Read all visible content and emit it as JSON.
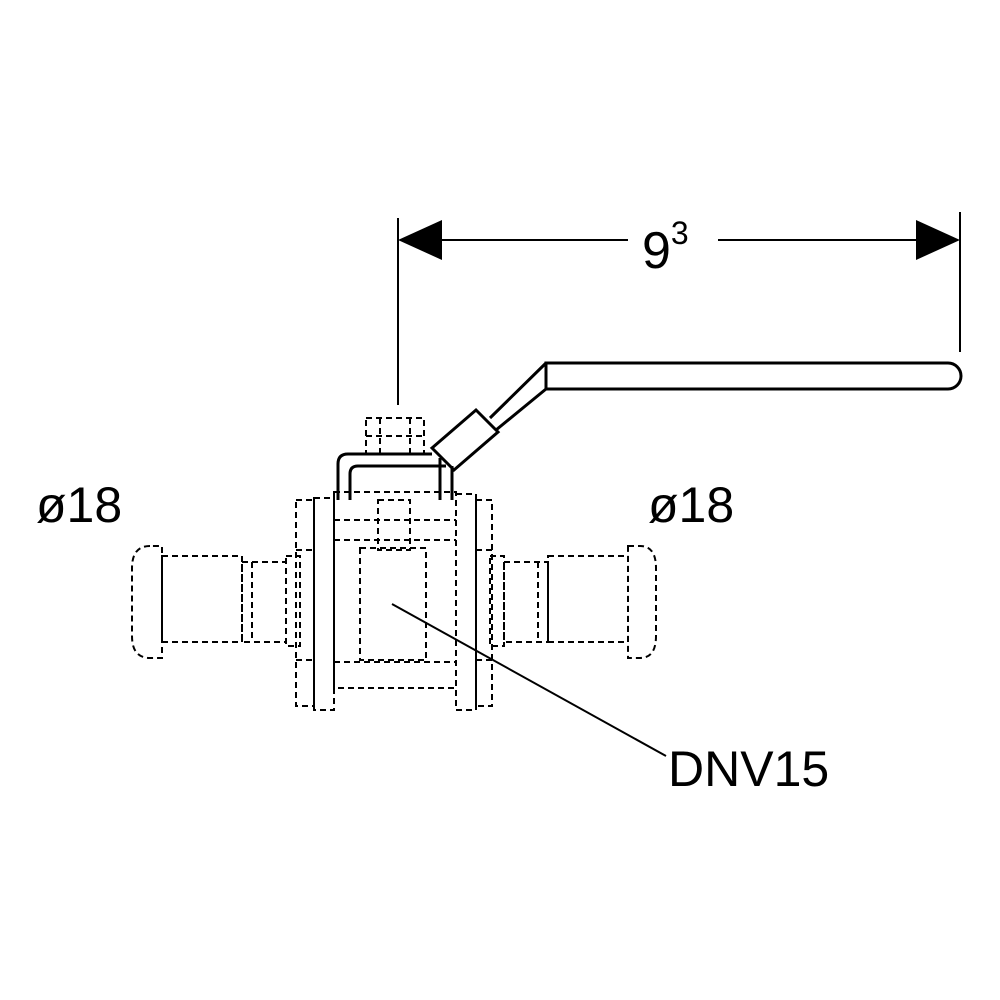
{
  "dimension": {
    "value": "9",
    "superscript": "3"
  },
  "labels": {
    "left_diameter": "ø18",
    "right_diameter": "ø18",
    "part_code": "DNV15"
  },
  "colors": {
    "line": "#000000",
    "background": "#ffffff"
  }
}
